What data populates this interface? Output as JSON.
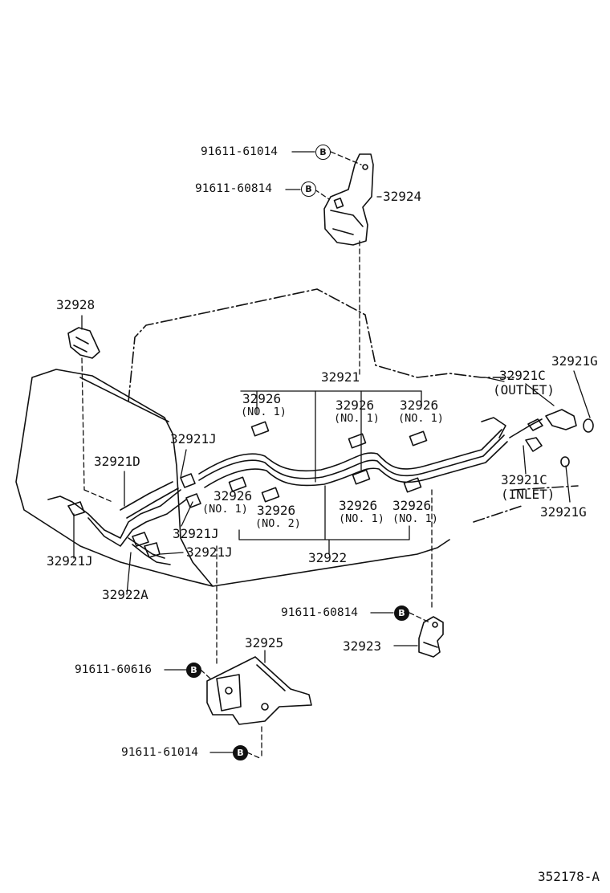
{
  "diagram": {
    "parts": {
      "p91611_61014_top": "91611-61014",
      "p91611_60814_top": "91611-60814",
      "p32924": "32924",
      "p32928": "32928",
      "p32921": "32921",
      "p32921G_top": "32921G",
      "p32921C_outlet": "32921C",
      "outlet_note": "(OUTLET)",
      "p32926_a": "32926",
      "p32926_a_note": "(NO. 1)",
      "p32926_b": "32926",
      "p32926_b_note": "(NO. 1)",
      "p32926_c": "32926",
      "p32926_c_note": "(NO. 1)",
      "p32921J_a": "32921J",
      "p32921D": "32921D",
      "p32926_d": "32926",
      "p32926_d_note": "(NO. 1)",
      "p32926_e": "32926",
      "p32926_e_note": "(NO. 2)",
      "p32926_f": "32926",
      "p32926_f_note": "(NO. 1)",
      "p32926_g": "32926",
      "p32926_g_note": "(NO. 1)",
      "p32921C_inlet": "32921C",
      "inlet_note": "(INLET)",
      "p32921G_bottom": "32921G",
      "p32921J_b": "32921J",
      "p32921J_c": "32921J",
      "p32921J_d": "32921J",
      "p32922": "32922",
      "p32922A": "32922A",
      "p91611_60814_bottom": "91611-60814",
      "p32923": "32923",
      "p32925": "32925",
      "p91611_60616": "91611-60616",
      "p91611_61014_bottom": "91611-61014"
    },
    "bolt_symbol": "B",
    "reference": "352178-A"
  }
}
